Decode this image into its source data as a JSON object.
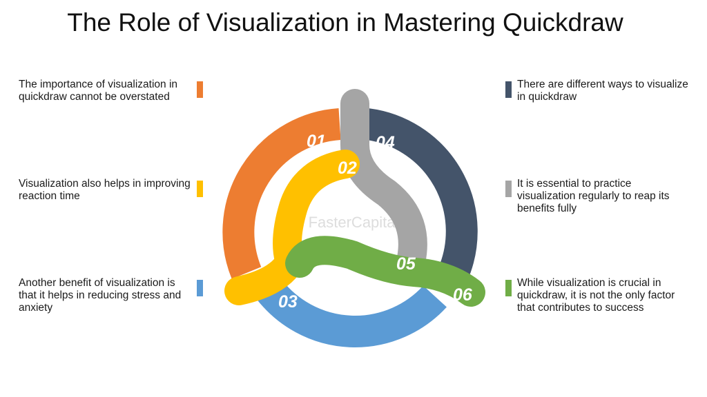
{
  "title": "The Role of Visualization in Mastering Quickdraw",
  "watermark": "FasterCapital",
  "colors": {
    "orange": "#ed7d31",
    "yellow": "#ffc000",
    "blue": "#5b9bd5",
    "navy": "#44546a",
    "gray": "#a5a5a5",
    "green": "#70ad47"
  },
  "items": [
    {
      "number": "01",
      "text": "The importance of visualization in quickdraw cannot be overstated",
      "color": "#ed7d31"
    },
    {
      "number": "02",
      "text": "Visualization also helps in improving reaction time",
      "color": "#ffc000"
    },
    {
      "number": "03",
      "text": "Another benefit of visualization is that it helps in reducing stress and anxiety",
      "color": "#5b9bd5"
    },
    {
      "number": "04",
      "text": "There are different ways to visualize in quickdraw",
      "color": "#44546a"
    },
    {
      "number": "05",
      "text": "It is essential to practice visualization regularly to reap its benefits fully",
      "color": "#a5a5a5"
    },
    {
      "number": "06",
      "text": "While visualization is crucial in quickdraw, it is not the only factor that contributes to success",
      "color": "#70ad47"
    }
  ]
}
